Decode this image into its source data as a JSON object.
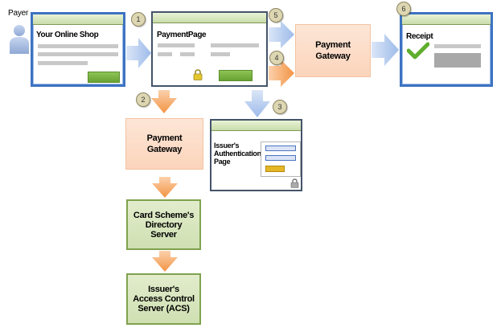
{
  "payer": {
    "label": "Payer"
  },
  "online_shop": {
    "title": "Your Online Shop"
  },
  "payment_page": {
    "title": "PaymentPage"
  },
  "gateway_top": {
    "label_line1": "Payment",
    "label_line2": "Gateway"
  },
  "gateway_left": {
    "label_line1": "Payment",
    "label_line2": "Gateway"
  },
  "receipt": {
    "title": "Receipt"
  },
  "issuer_auth": {
    "line1": "Issuer's",
    "line2": "Authentication",
    "line3": "Page"
  },
  "directory_server": {
    "line1": "Card Scheme's",
    "line2": "Directory",
    "line3": "Server"
  },
  "acs_server": {
    "line1": "Issuer's",
    "line2": "Access Control",
    "line3": "Server (ACS)"
  },
  "steps": [
    "1",
    "2",
    "3",
    "4",
    "5",
    "6"
  ],
  "colors": {
    "window_border_blue": "#3d73c2",
    "arrow_blue": "#a9c3ec",
    "arrow_orange": "#f4a256",
    "gateway_fill": "#fbd4bb",
    "server_fill": "#d6e5bd",
    "server_border": "#7fa24e",
    "button_green": "#7ab544"
  },
  "icons": [
    "user-icon",
    "padlock-icon",
    "checkmark-icon",
    "grey-padlock-icon"
  ]
}
